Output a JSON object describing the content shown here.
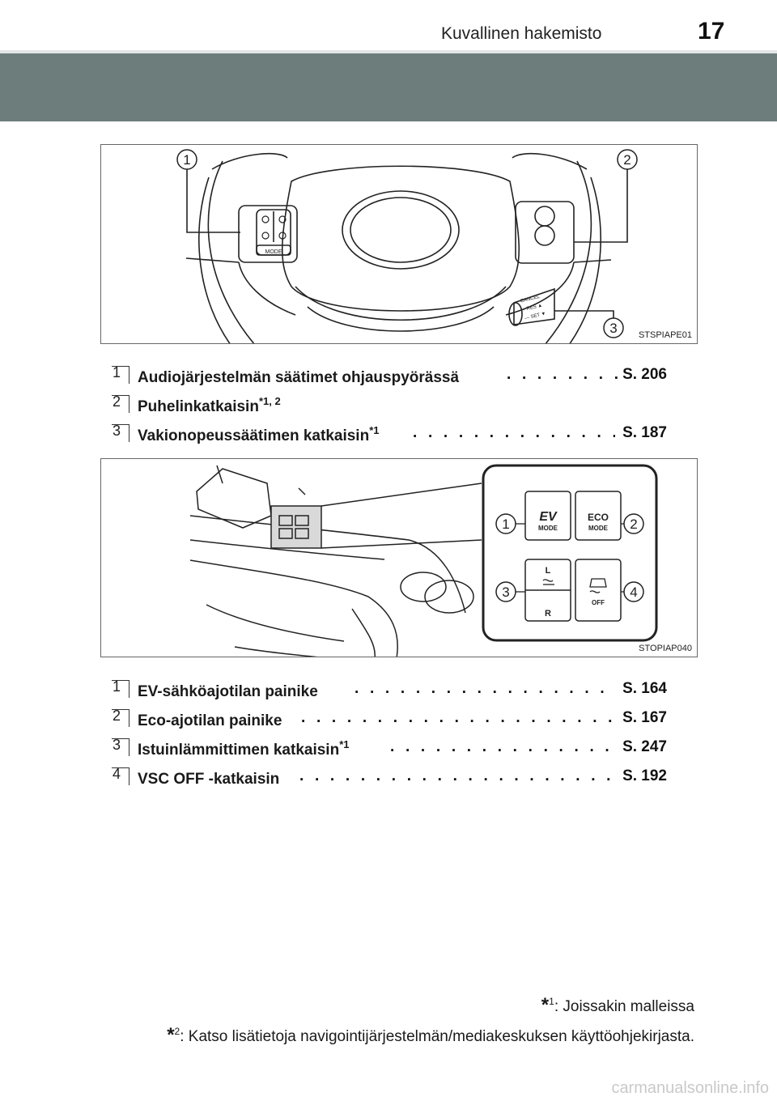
{
  "header": {
    "section_title": "Kuvallinen hakemisto",
    "page_number": "17"
  },
  "figure1": {
    "code": "STSPIAPE01",
    "callouts": [
      "1",
      "2",
      "3"
    ],
    "labels": {
      "mode": "MODE",
      "cancel": "CANCEL",
      "res": "+ RES ▲",
      "set": "— SET ▼"
    }
  },
  "list1": [
    {
      "num": "1",
      "label": "Audiojärjestelmän säätimet ohjauspyörässä",
      "sup": "",
      "leader": ". . . . . . . . . . .",
      "page": "S. 206"
    },
    {
      "num": "2",
      "label": "Puhelinkatkaisin",
      "sup": "*1, 2",
      "leader": "",
      "page": ""
    },
    {
      "num": "3",
      "label": "Vakionopeussäätimen katkaisin",
      "sup": "*1",
      "leader": ". . . . . . . . . . . . . . . . . . . .",
      "page": "S. 187"
    }
  ],
  "figure2": {
    "code": "STOPIAP040",
    "callouts": [
      "1",
      "2",
      "3",
      "4"
    ],
    "buttons": {
      "ev_top": "EV",
      "ev_bottom": "MODE",
      "eco_top": "ECO",
      "eco_bottom": "MODE",
      "seat_top": "L",
      "seat_bottom": "R",
      "vsc": "OFF"
    }
  },
  "list2": [
    {
      "num": "1",
      "label": "EV-sähköajotilan painike",
      "sup": "",
      "leader": ". . . . . . . . . . . . . . . . . . . . . . . . . .",
      "page": "S. 164"
    },
    {
      "num": "2",
      "label": "Eco-ajotilan painike",
      "sup": "",
      "leader": ". . . . . . . . . . . . . . . . . . . . . . . . . . . . . . . .",
      "page": "S. 167"
    },
    {
      "num": "3",
      "label": "Istuinlämmittimen katkaisin",
      "sup": "*1",
      "leader": ". . . . . . . . . . . . . . . . . . . . . . .",
      "page": "S. 247"
    },
    {
      "num": "4",
      "label": "VSC OFF -katkaisin",
      "sup": "",
      "leader": ". . . . . . . . . . . . . . . . . . . . . . . . . . . . . . .",
      "page": "S. 192"
    }
  ],
  "footnotes": [
    {
      "star": "*",
      "sup": "1",
      "text": ": Joissakin malleissa"
    },
    {
      "star": "*",
      "sup": "2",
      "text": ": Katso lisätietoja navigointijärjestelmän/mediakeskuksen käyttöohjekirjasta."
    }
  ],
  "watermark": "carmanualsonline.info"
}
